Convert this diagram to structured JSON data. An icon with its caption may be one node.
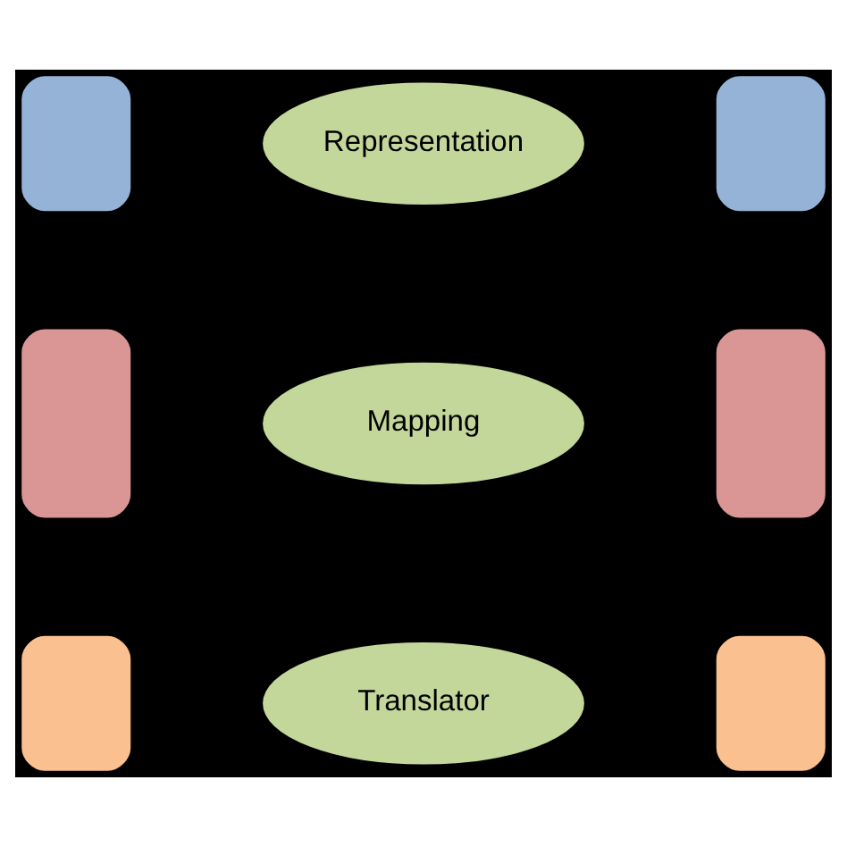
{
  "diagram": {
    "nodes": [
      {
        "text": [],
        "shape": "box"
      },
      {
        "text": [
          "Representation"
        ]
      },
      {
        "text": [],
        "shape": "box"
      },
      {
        "text": [],
        "shape": "box"
      },
      {
        "text": [
          "Mapping"
        ]
      },
      {
        "text": [],
        "shape": "box"
      },
      {
        "text": [],
        "shape": "box"
      },
      {
        "text": [
          "Translator"
        ]
      },
      {
        "text": [],
        "shape": "box"
      }
    ]
  }
}
